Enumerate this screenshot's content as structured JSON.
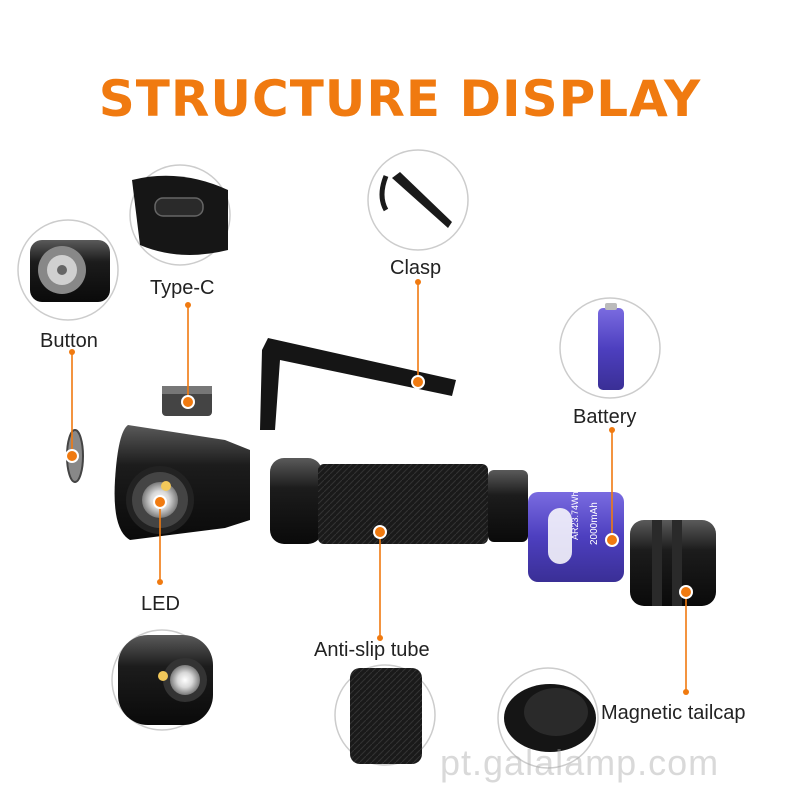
{
  "title": "STRUCTURE DISPLAY",
  "accent_color": "#F07A10",
  "parts": {
    "button": "Button",
    "type_c": "Type-C",
    "clasp": "Clasp",
    "battery": "Battery",
    "led": "LED",
    "tube": "Anti-slip tube",
    "tailcap": "Magnetic tailcap"
  },
  "battery_print": {
    "capacity": "2000mAh",
    "model": "AR23.74Wh"
  },
  "watermark": "pt.galalamp.com"
}
